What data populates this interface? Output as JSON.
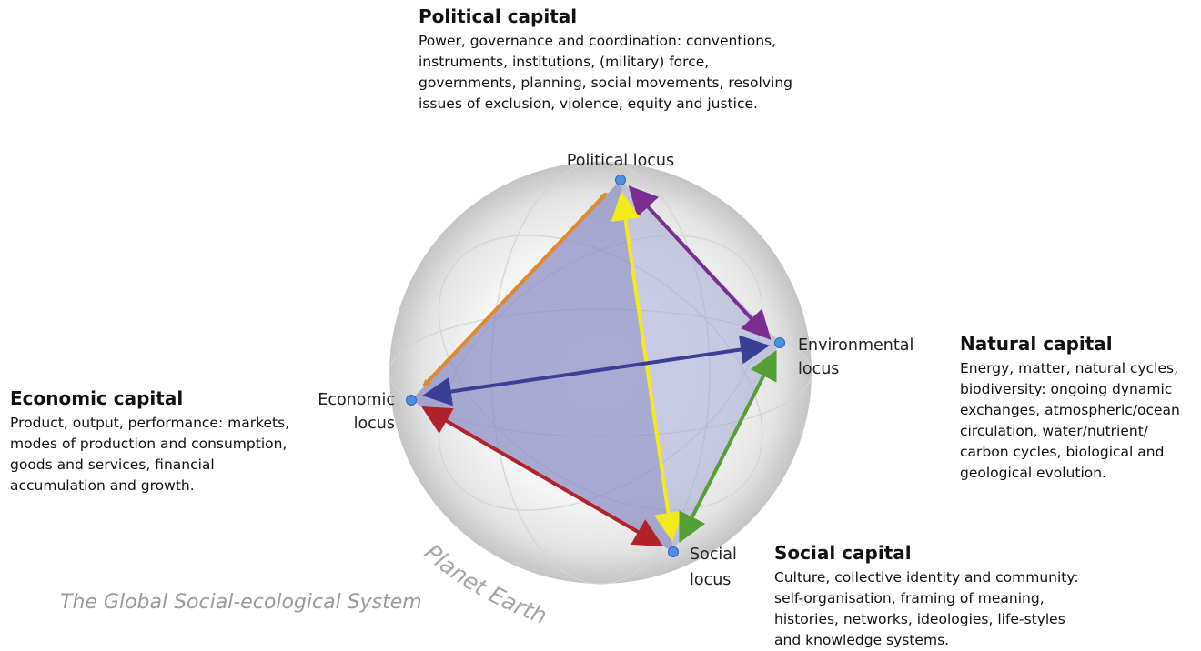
{
  "political_capital": {
    "title": "Political capital",
    "text": "Power, governance and coordination: conventions,\ninstruments, institutions, (military) force,\ngovernments, planning, social movements, resolving\nissues of exclusion, violence, equity and justice."
  },
  "economic_capital": {
    "title": "Economic capital",
    "text": "Product, output, performance: markets,\nmodes of production and consumption,\ngoods and services, financial\naccumulation and growth."
  },
  "natural_capital": {
    "title": "Natural capital",
    "text": "Energy, matter, natural cycles,\nbiodiversity: ongoing dynamic\nexchanges, atmospheric/ocean\ncirculation, water/nutrient/\ncarbon cycles, biological and\ngeological evolution."
  },
  "social_capital": {
    "title": "Social capital",
    "text": "Culture, collective identity and community:\nself-organisation, framing of meaning,\nhistories, networks, ideologies, life-styles\nand knowledge systems."
  },
  "loci": {
    "political": "Political locus",
    "environmental_line1": "Environmental",
    "environmental_line2": "locus",
    "economic_line1": "Economic",
    "economic_line2": "locus",
    "social_line1": "Social",
    "social_line2": "locus"
  },
  "sphere_label": "Planet Earth",
  "system_label": "The Global Social-ecological System",
  "colors": {
    "political_economic_arrow": "#e08a2a",
    "political_environmental_arrow": "#7a2f8f",
    "political_social_arrow": "#f2ea1a",
    "economic_environmental_arrow": "#3a3f96",
    "economic_social_arrow": "#b3222a",
    "environmental_social_arrow": "#55a035",
    "tetrahedron_fill": "#8e8fc4",
    "locus_dot": "#4a90e2"
  }
}
